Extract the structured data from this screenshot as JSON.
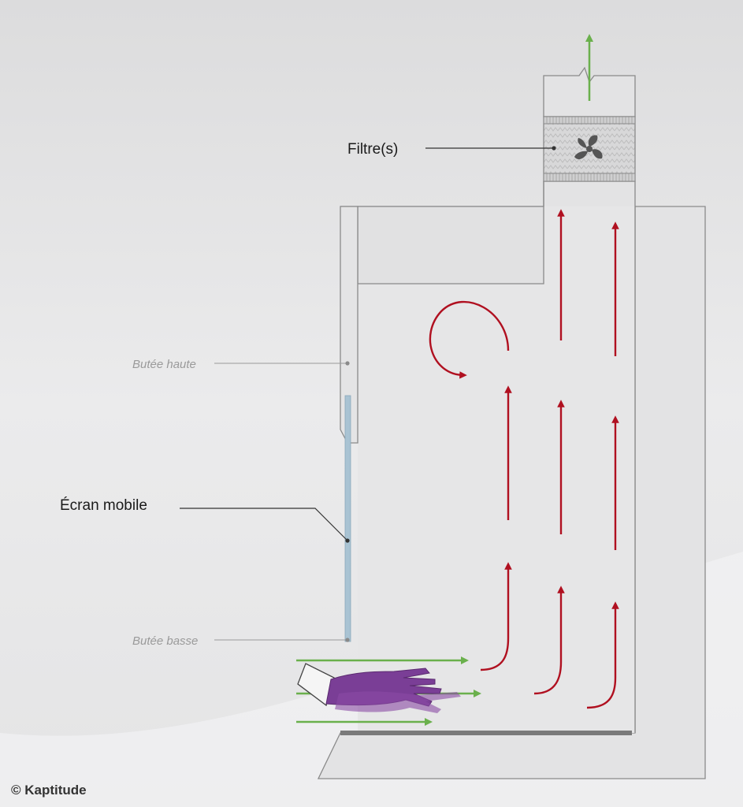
{
  "labels": {
    "filter": "Filtre(s)",
    "stop_high": "Butée haute",
    "screen": "Écran mobile",
    "stop_low": "Butée basse"
  },
  "copyright": "© Kaptitude",
  "colors": {
    "background": "#e6e6e7",
    "cabinet": "#e3e3e4",
    "outline": "#8a8a8a",
    "airflow_in": "#6ab04c",
    "airflow_out": "#6ab04c",
    "airflow_internal": "#b01020",
    "sash": "#a9c3d3",
    "glove": "#7a3e96",
    "worktop": "#7a7a7a",
    "label_main": "#1a1a1a",
    "label_stop": "#9a9a9a"
  },
  "icons": [
    "fan-icon",
    "glove-hand-icon"
  ]
}
